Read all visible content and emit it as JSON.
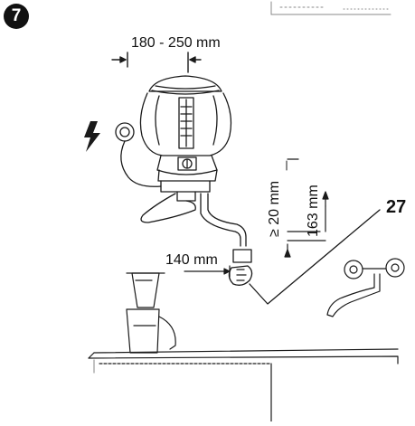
{
  "figure": {
    "step_number": "7",
    "labels": {
      "mount_width": "180 - 250 mm",
      "clearance_min": "≥ 20 mm",
      "height": "163 mm",
      "outlet_depth": "140 mm",
      "reference": "27"
    },
    "icons": [
      "electric-lightning-icon",
      "wall-socket-icon",
      "mixer-tap-icon"
    ]
  }
}
